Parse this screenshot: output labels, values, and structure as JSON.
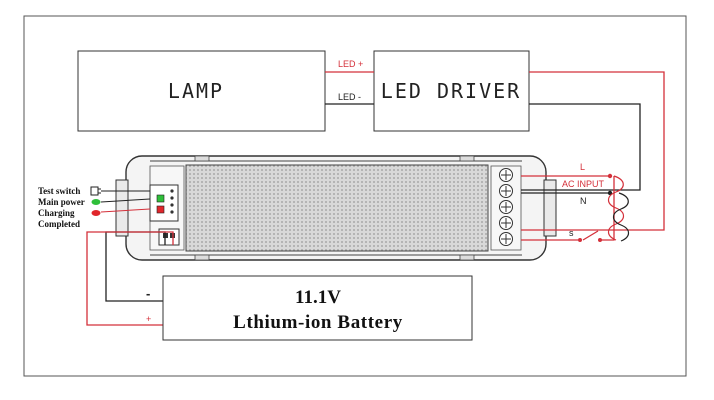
{
  "lamp": {
    "label": "LAMP"
  },
  "driver": {
    "label": "LED DRIVER"
  },
  "wires": {
    "led_plus": "LED +",
    "led_minus": "LED -"
  },
  "ac": {
    "live": "L",
    "input": "AC INPUT",
    "neutral": "N",
    "switch": "s"
  },
  "indicators": {
    "test_switch": "Test switch",
    "main_power": "Main power",
    "charging": "Charging",
    "completed": "Completed"
  },
  "battery": {
    "voltage": "11.1V",
    "type": "Lthium-ion Battery",
    "minus": "-",
    "plus": "+"
  },
  "colors": {
    "red_wire": "#d4303a",
    "black_wire": "#222222",
    "green_led": "#2fbf3a",
    "red_led": "#e0262b"
  }
}
